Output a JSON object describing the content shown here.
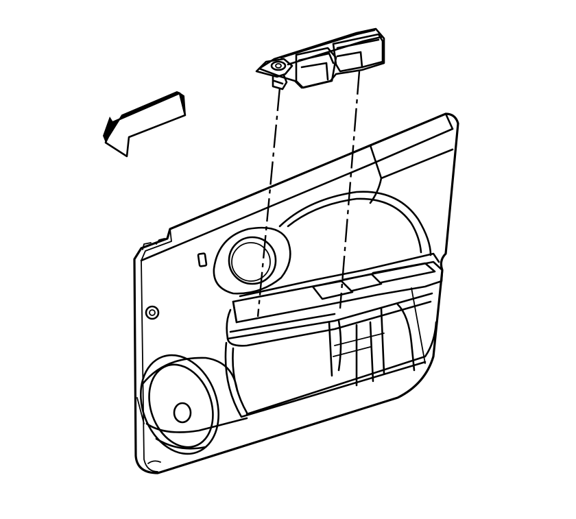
{
  "diagram": {
    "line_color": "#000000",
    "background_color": "#ffffff",
    "parts": [
      {
        "id": "door-trim-panel",
        "kind": "panel"
      },
      {
        "id": "switch-bezel",
        "kind": "removable-component"
      },
      {
        "id": "removal-direction-arrow",
        "kind": "indicator"
      },
      {
        "id": "installation-guide-lines",
        "kind": "alignment",
        "count": 2
      }
    ],
    "icons": [
      "arrow-icon",
      "switch-bezel-icon",
      "door-panel-icon"
    ]
  }
}
